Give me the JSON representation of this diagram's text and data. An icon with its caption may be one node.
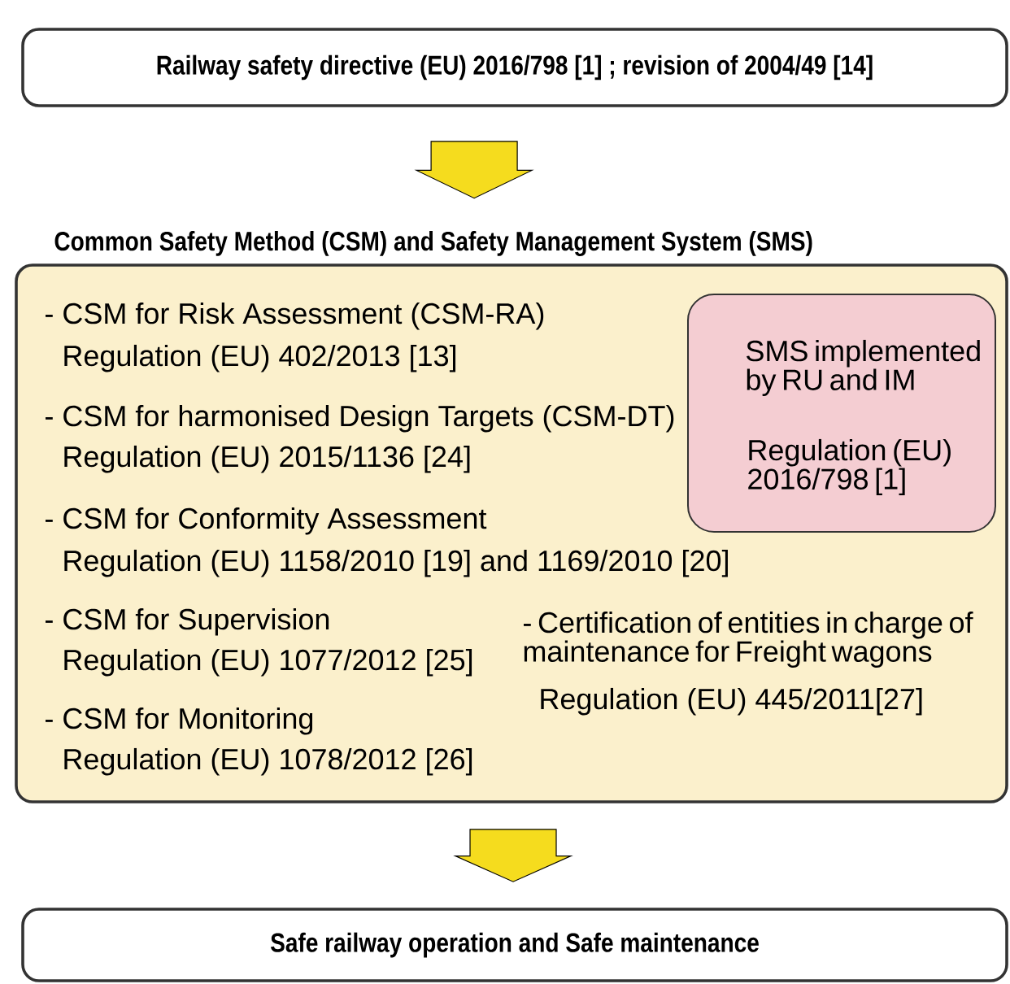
{
  "diagram": {
    "nodes": [
      {
        "text": [
          "Railway safety directive (EU)  2016/798 [1] ; revision of 2004/49 [14]"
        ]
      },
      {
        "text": [
          "Common Safety Method (CSM) and Safety Management System (SMS)",
          "- CSM for Risk Assessment (CSM-RA)",
          "Regulation (EU) 402/2013 [13]",
          "- CSM for harmonised Design Targets (CSM-DT)",
          "Regulation (EU) 2015/1136 [24]",
          "- CSM for Conformity Assessment",
          "Regulation (EU) 1158/2010 [19] and 1169/2010 [20]",
          "- CSM for Supervision",
          "Regulation (EU) 1077/2012 [25]",
          "- CSM for Monitoring",
          "Regulation (EU) 1078/2012 [26]",
          "- Certification of entities in charge of maintenance for Freight wagons",
          "Regulation (EU) 445/2011[27]"
        ]
      },
      {
        "text": [
          "SMS implemented by RU and IM",
          "Regulation (EU) 2016/798 [1]"
        ],
        "in": 1
      },
      {
        "text": [
          "Safe railway operation and Safe maintenance"
        ]
      }
    ],
    "edges": [
      {
        "from": 0,
        "to": 1,
        "arrow": "to"
      },
      {
        "from": 1,
        "to": 3,
        "arrow": "to"
      }
    ]
  }
}
